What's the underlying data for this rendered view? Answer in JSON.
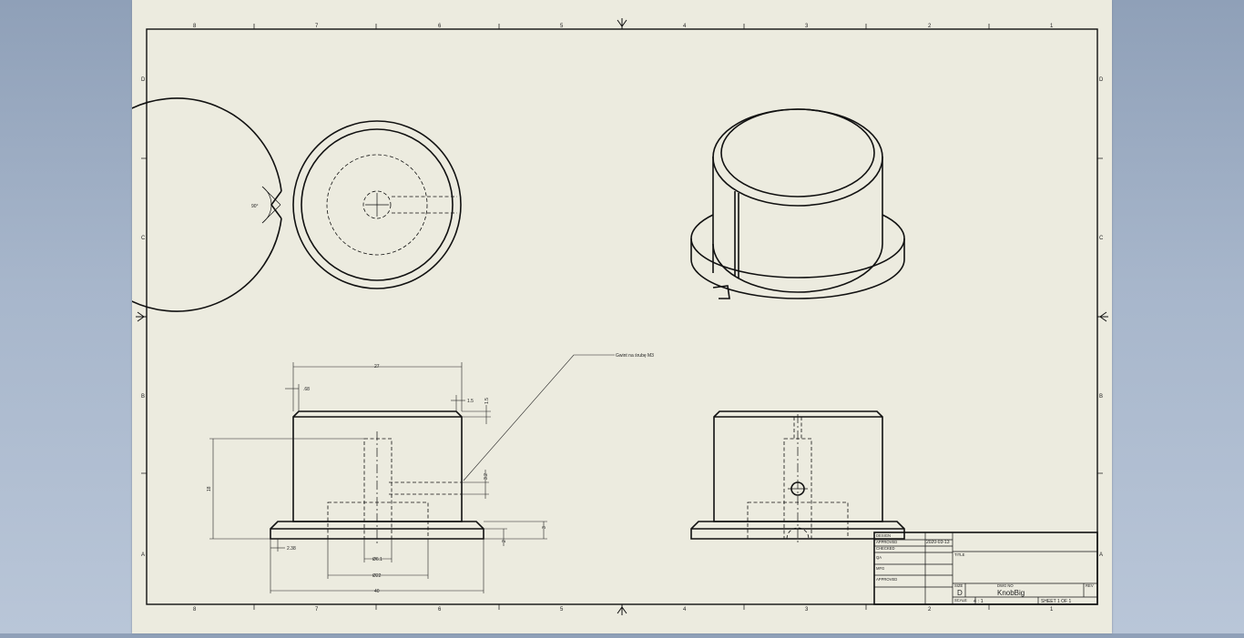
{
  "sheet": {
    "zone_numbers": [
      "8",
      "7",
      "6",
      "5",
      "4",
      "3",
      "2",
      "1"
    ],
    "zone_letters": [
      "D",
      "C",
      "B",
      "A"
    ]
  },
  "top_view": {
    "notch_angle": "90°"
  },
  "front_view": {
    "leader_note": "Gwint na śrubę M3",
    "dims": {
      "top_width": "27",
      "chamfer_width": ".68",
      "step_width": "1.5",
      "step_height": "1.5",
      "height": "18",
      "hole_diameter": "3.2",
      "flange_offset": "2.38",
      "inner_diameter": "Ø6.1",
      "bore_diameter": "Ø22",
      "flange_diameter": "40",
      "flange_thickness_1": "3",
      "flange_thickness_2": "2"
    }
  },
  "title_block": {
    "row_labels": [
      "DESIGN",
      "APPROVED",
      "CHECKED",
      "QA",
      "MFG",
      "APPROVED"
    ],
    "date": "2020-03-13",
    "title_label": "TITLE",
    "size_label": "SIZE",
    "size": "D",
    "dwg_label": "DWG NO",
    "dwg_no": "KnobBig",
    "rev_label": "REV",
    "scale_label": "SCALE",
    "scale": "4 : 1",
    "sheet": "SHEET 1  OF 1"
  }
}
